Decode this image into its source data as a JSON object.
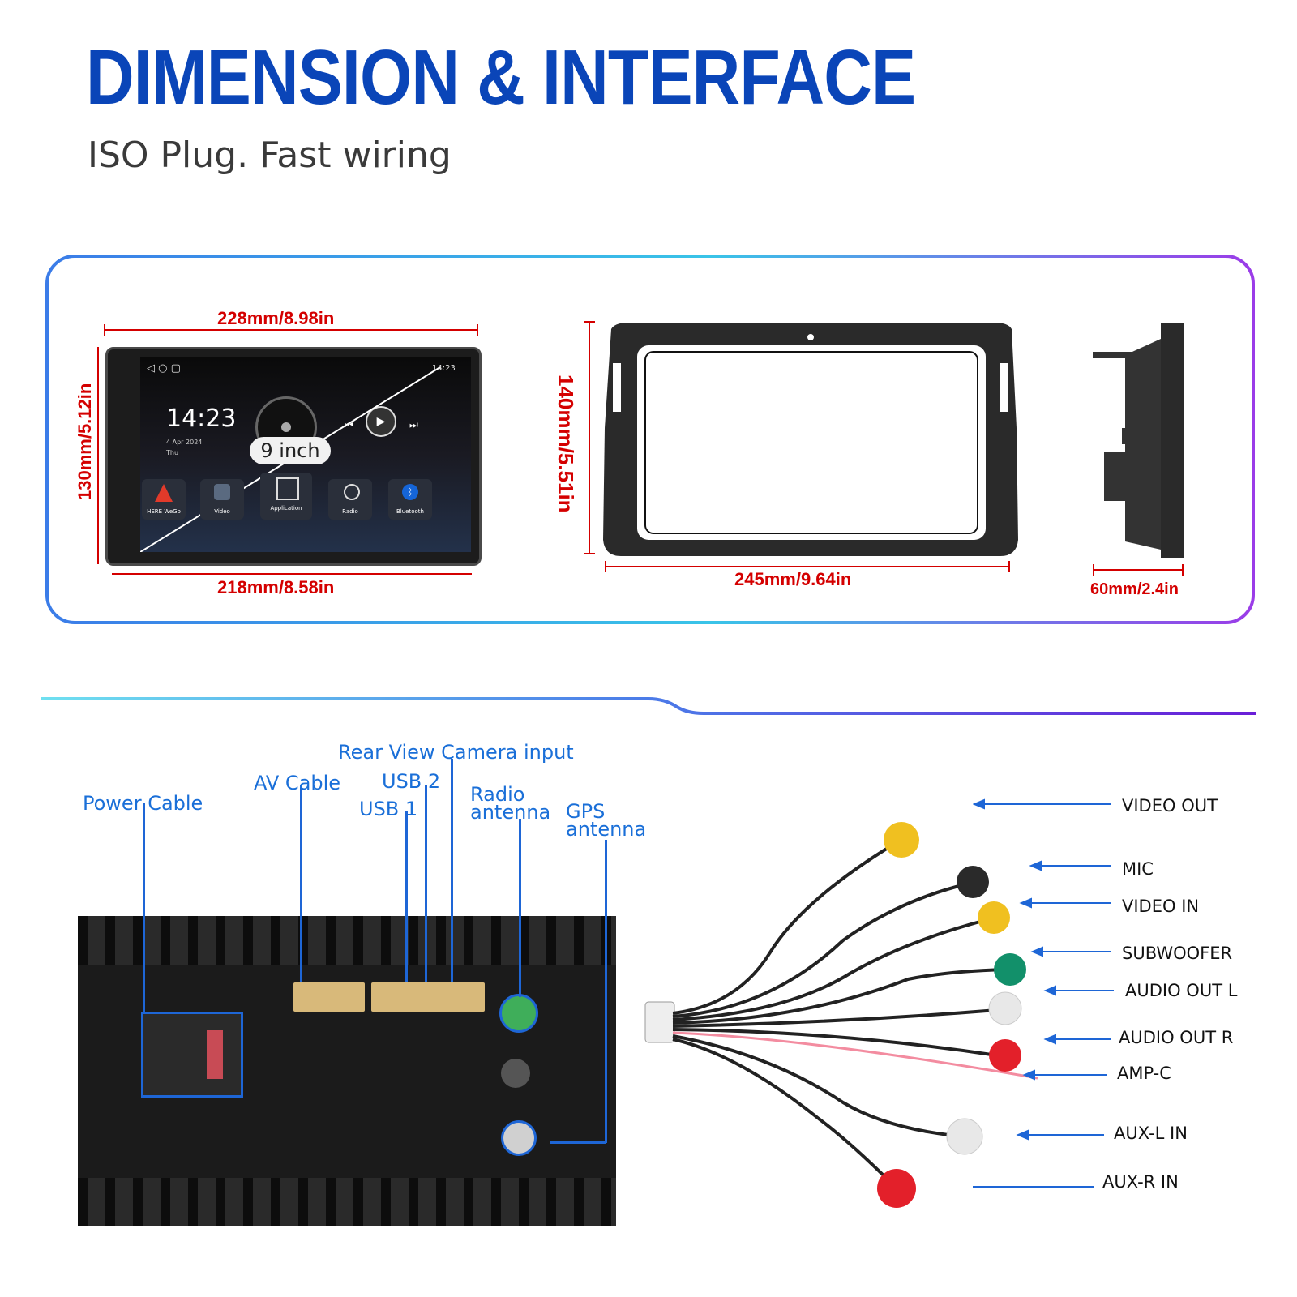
{
  "header": {
    "title": "DIMENSION & INTERFACE",
    "subtitle": "ISO Plug. Fast wiring"
  },
  "colors": {
    "title_blue": "#0a45b8",
    "dimension_red": "#d40000",
    "callout_blue": "#1a6fd8"
  },
  "dimensions": {
    "screen_top_width": "228mm/8.98in",
    "screen_bottom_width": "218mm/8.58in",
    "screen_height": "130mm/5.12in",
    "screen_size_badge": "9 inch",
    "frame_height": "140mm/5.51in",
    "frame_width": "245mm/9.64in",
    "frame_depth": "60mm/2.4in"
  },
  "screen_ui": {
    "clock": "14:23",
    "date": "4 Apr 2024",
    "weekday": "Thu",
    "status_time": "14:23",
    "apps": [
      {
        "label": "HERE WeGo",
        "icon": "navigation-arrow-icon"
      },
      {
        "label": "Video",
        "icon": "video-icon"
      },
      {
        "label": "Application",
        "icon": "apps-grid-icon"
      },
      {
        "label": "Radio",
        "icon": "radio-icon"
      },
      {
        "label": "Bluetooth",
        "icon": "bluetooth-icon"
      }
    ]
  },
  "back_panel": {
    "callouts": [
      "Power Cable",
      "AV Cable",
      "USB 1",
      "USB 2",
      "Rear View Camera input",
      "Radio antenna",
      "GPS antenna"
    ]
  },
  "av_harness": {
    "labels": [
      "VIDEO OUT",
      "MIC",
      "VIDEO IN",
      "SUBWOOFER",
      "AUDIO OUT L",
      "AUDIO OUT R",
      "AMP-C",
      "AUX-L IN",
      "AUX-R IN"
    ]
  }
}
